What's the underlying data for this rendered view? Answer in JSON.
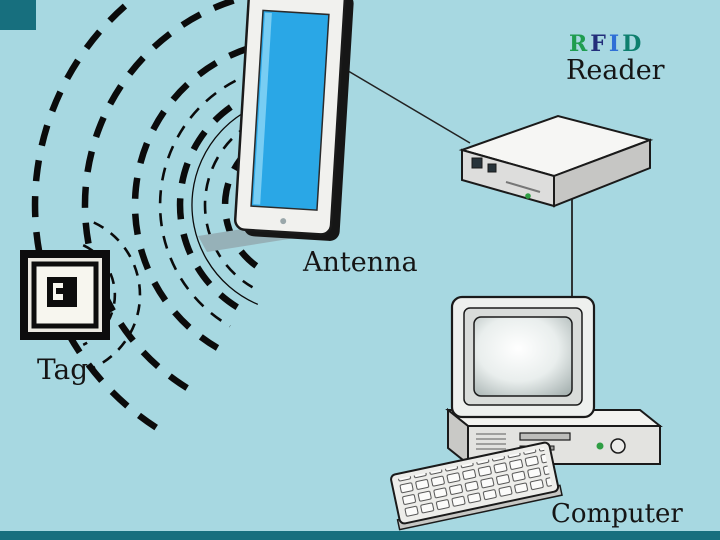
{
  "page": {
    "title": "RFID system diagram"
  },
  "colors": {
    "background": "#a7d8e1",
    "strip": "#176f7e",
    "wave": "#0b0b0b",
    "screen_blue": "#2aa7e6",
    "power_led_green": "#2f9e44"
  },
  "labels": {
    "antenna": "Antenna",
    "reader": "Reader",
    "tag": "Tag",
    "computer": "Computer"
  },
  "rfid": {
    "letters": [
      {
        "ch": "R",
        "style": "color:#1f9d50"
      },
      {
        "ch": "F",
        "style": "color:#232e7a"
      },
      {
        "ch": "I",
        "style": "color:#2f6fd6"
      },
      {
        "ch": "D",
        "style": "color:#0e7f6e"
      }
    ]
  }
}
